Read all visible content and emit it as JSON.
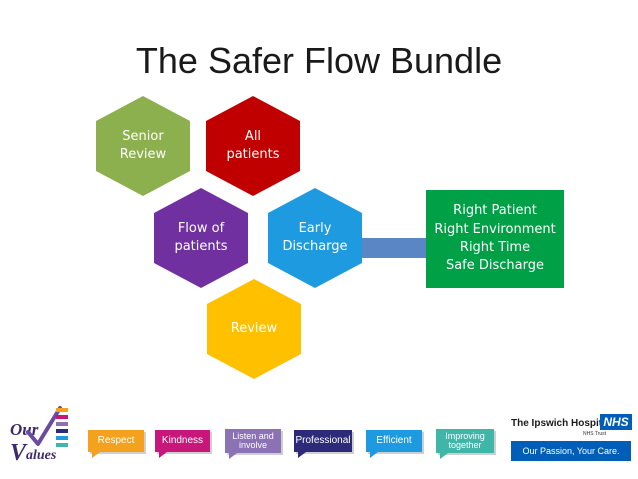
{
  "slide": {
    "title": "The Safer Flow Bundle"
  },
  "hexagons": [
    {
      "line1": "Senior",
      "line2": "Review",
      "color": "#8db04f"
    },
    {
      "line1": "All",
      "line2": "patients",
      "color": "#c00000"
    },
    {
      "line1": "Flow of",
      "line2": "patients",
      "color": "#7030a0"
    },
    {
      "line1": "Early",
      "line2": "Discharge",
      "color": "#1e9be0"
    },
    {
      "line1": "Review",
      "line2": "",
      "color": "#ffc000"
    }
  ],
  "outcome_box": {
    "lines": [
      "Right Patient",
      "Right Environment",
      "Right Time",
      "Safe Discharge"
    ],
    "color": "#00a046"
  },
  "footer": {
    "logo": {
      "word1": "Our",
      "word2": "alues",
      "v_letter": "V"
    },
    "values": [
      {
        "label": "Respect",
        "label2": "",
        "color": "#f4a21d"
      },
      {
        "label": "Kindness",
        "label2": "",
        "color": "#c8177b"
      },
      {
        "label": "Listen and",
        "label2": "involve",
        "color": "#8a72b4"
      },
      {
        "label": "Professional",
        "label2": "",
        "color": "#2d2a7a"
      },
      {
        "label": "Efficient",
        "label2": "",
        "color": "#1e9be0"
      },
      {
        "label": "Improving",
        "label2": "together",
        "color": "#3fb6a8"
      }
    ],
    "hospital": {
      "name": "The Ipswich Hospital",
      "badge": "NHS",
      "trust": "NHS Trust",
      "tagline": "Our Passion, Your Care."
    }
  }
}
